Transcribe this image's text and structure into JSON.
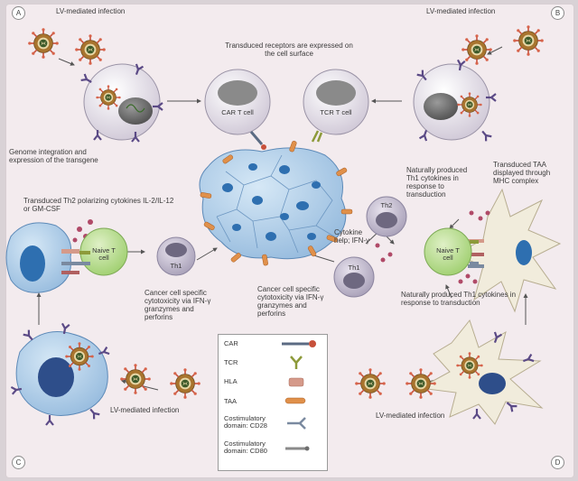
{
  "corners": {
    "a": "A",
    "b": "B",
    "c": "C",
    "d": "D"
  },
  "labels": {
    "lv_a": "LV-mediated infection",
    "lv_b": "LV-mediated infection",
    "lv_c": "LV-mediated infection",
    "lv_d": "LV-mediated infection",
    "receptors": "Transduced receptors are expressed on the cell surface",
    "genome": "Genome integration and expression of the transgene",
    "th2_cytokines": "Transduced Th2 polarizing cytokines IL-2/IL-12 or GM-CSF",
    "nat_th1_top": "Naturally produced Th1 cytokines in response to transduction",
    "taa_mhc": "Transduced TAA displayed through MHC complex",
    "cytokine_help": "Cytokine help; IFN-γ",
    "cyto_left": "Cancer cell specific cytotoxicity via IFN-γ granzymes and perforins",
    "cyto_mid": "Cancer cell specific cytotoxicity via IFN-γ granzymes and perforins",
    "nat_th1_bottom": "Naturally produced Th1 cytokines in response to transduction"
  },
  "cells": {
    "car": "CAR T cell",
    "tcr": "TCR T cell",
    "naive_left": "Naive T cell",
    "naive_right": "Naive T cell",
    "th1_left": "Th1",
    "th1_right": "Th1",
    "th2": "Th2"
  },
  "legend": [
    {
      "label": "CAR",
      "icon": "car-icon"
    },
    {
      "label": "TCR",
      "icon": "tcr-icon"
    },
    {
      "label": "HLA",
      "icon": "hla-icon"
    },
    {
      "label": "TAA",
      "icon": "taa-icon"
    },
    {
      "label": "Costimulatory domain: CD28",
      "icon": "cd28-icon"
    },
    {
      "label": "Costimulatory domain: CD80",
      "icon": "cd80-icon"
    }
  ],
  "colors": {
    "virus_ring": "#9a6a2a",
    "virus_spike": "#c7503a",
    "virus_core": "#3d5a2a",
    "tumor": "#a9c9e6",
    "tumor_nucleus": "#2e6fb0",
    "naive": "#b8dc8e",
    "th_cell": "#b9b2c6",
    "taa": "#e0904a",
    "hla": "#d59a8a",
    "tcr": "#8d9a3a",
    "car": "#5b6b83"
  }
}
